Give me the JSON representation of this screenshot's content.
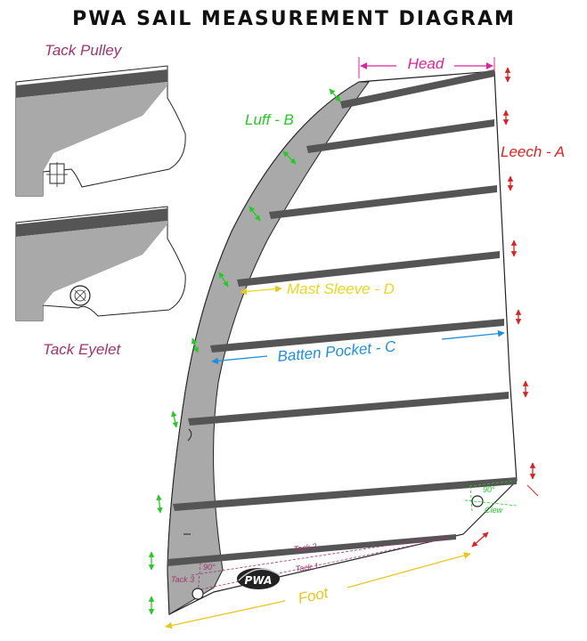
{
  "title": "PWA SAIL MEASUREMENT DIAGRAM",
  "insets": {
    "tack_pulley": "Tack Pulley",
    "tack_eyelet": "Tack Eyelet"
  },
  "labels": {
    "head": "Head",
    "luff": "Luff - B",
    "leech": "Leech - A",
    "mast_sleeve": "Mast Sleeve - D",
    "batten_pocket": "Batten Pocket - C",
    "foot": "Foot",
    "tack1": "Tack 1",
    "tack2": "Tack 2",
    "tack3": "Tack 3",
    "clew": "Clew",
    "angle_tack": "90°",
    "angle_clew": "90°",
    "logo": "PWA"
  },
  "colors": {
    "head": "#e0239a",
    "luff": "#22cc22",
    "leech": "#e02020",
    "mast_sleeve": "#e8d81a",
    "batten_pocket": "#1e8fe0",
    "foot": "#e8c81a",
    "tack": "#a0336e",
    "inset_label": "#a0336e",
    "sleeve_fill": "#a9a9a9",
    "batten": "#555555"
  }
}
